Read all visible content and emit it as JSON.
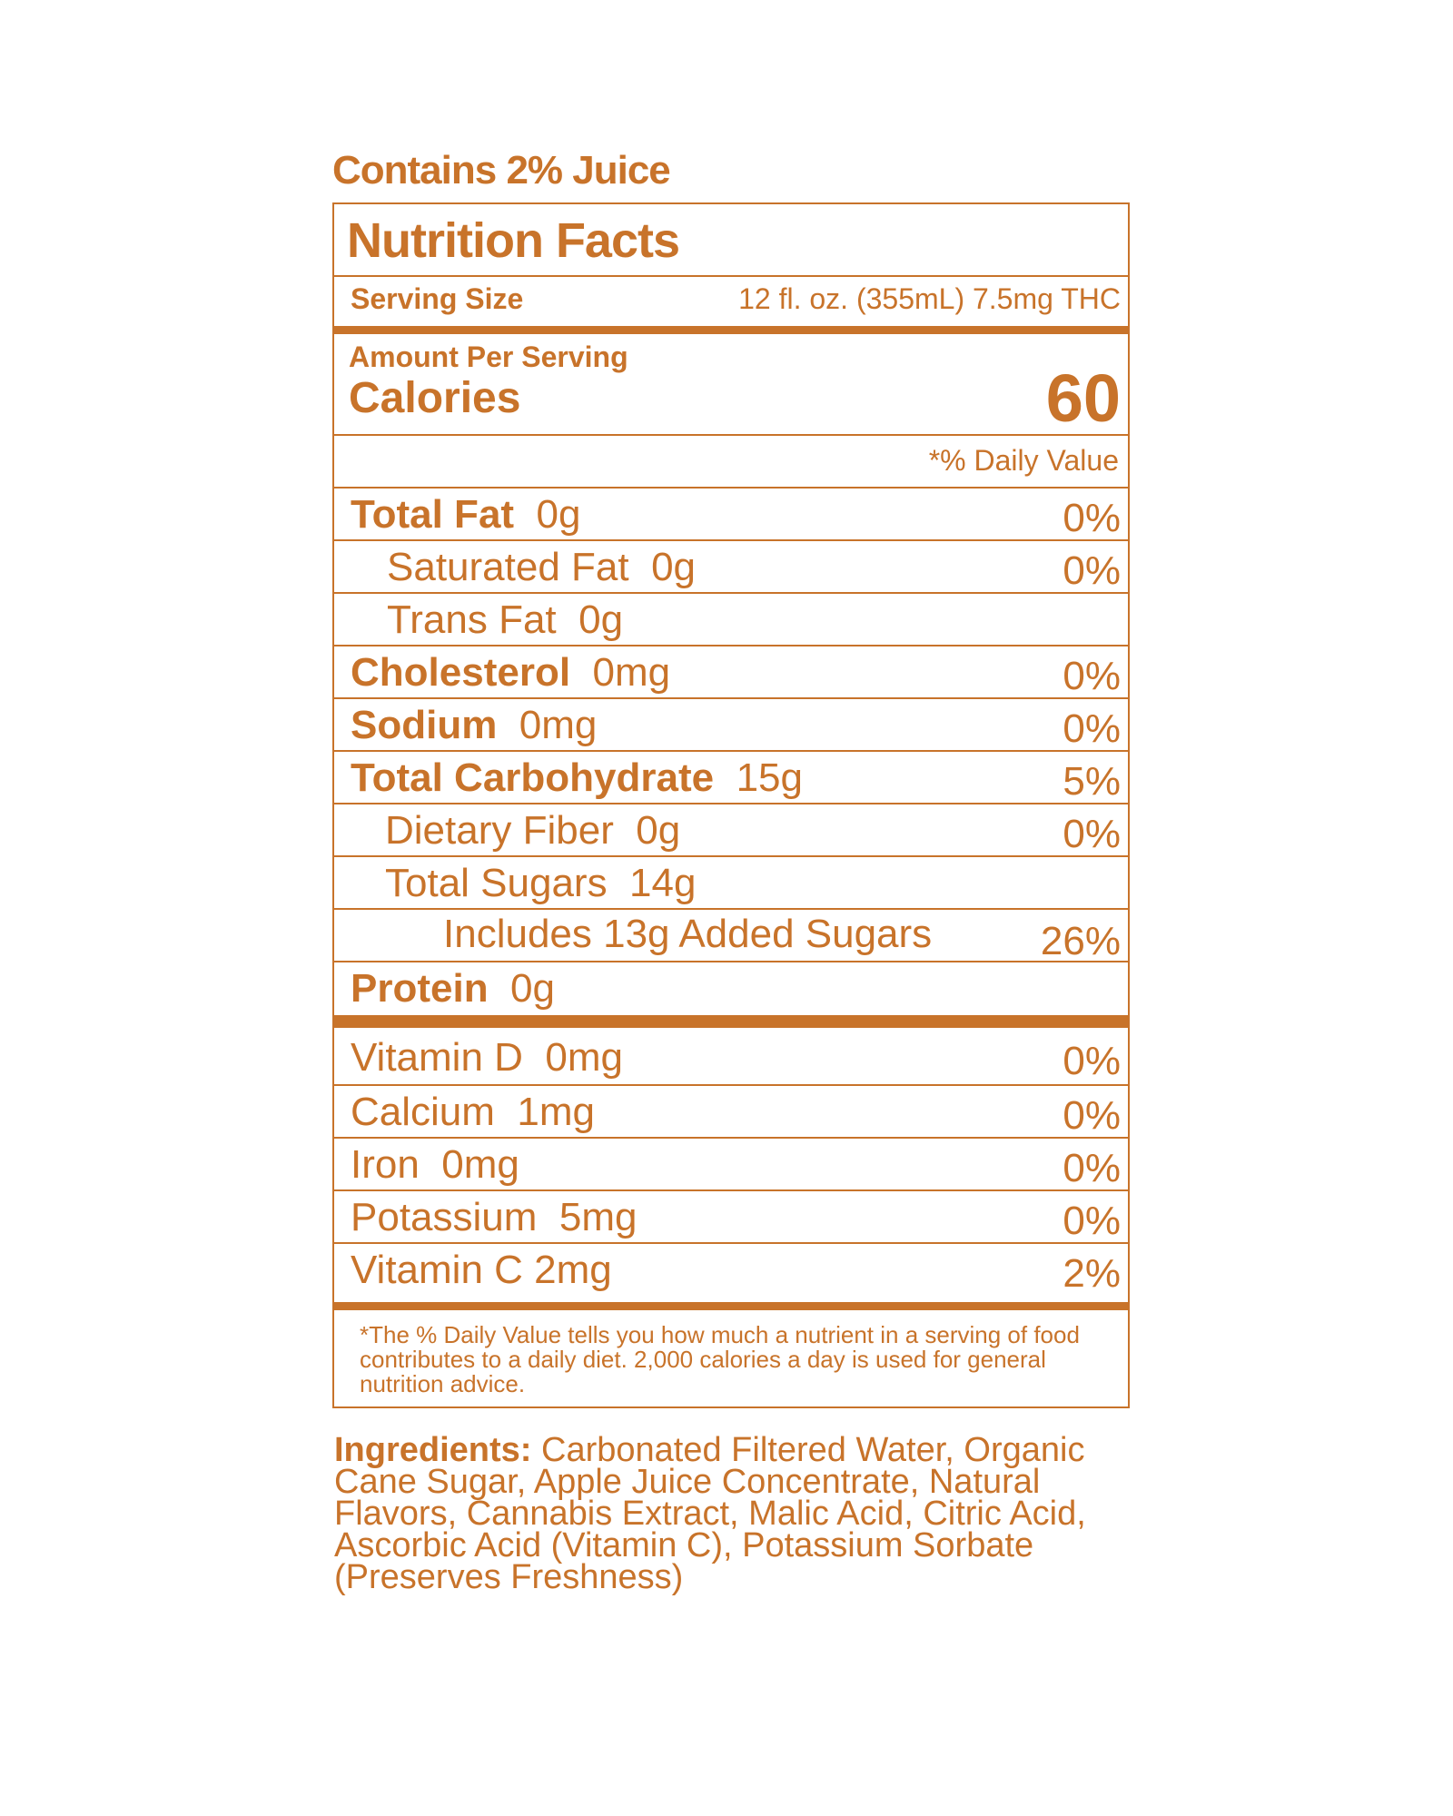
{
  "juice_note": "Contains 2% Juice",
  "title": "Nutrition Facts",
  "serving": {
    "label": "Serving Size",
    "value": "12 fl. oz. (355mL) 7.5mg THC"
  },
  "amount_per_serving": "Amount Per Serving",
  "calories": {
    "label": "Calories",
    "value": "60"
  },
  "daily_value_header": "*% Daily Value",
  "nutrients": [
    {
      "name": "Total Fat",
      "amount": "0g",
      "dv": "0%"
    },
    {
      "name": "Saturated Fat",
      "amount": "0g",
      "dv": "0%"
    },
    {
      "name": "Trans Fat",
      "amount": "0g",
      "dv": ""
    },
    {
      "name": "Cholesterol",
      "amount": "0mg",
      "dv": "0%"
    },
    {
      "name": "Sodium",
      "amount": "0mg",
      "dv": "0%"
    },
    {
      "name": "Total Carbohydrate",
      "amount": "15g",
      "dv": "5%"
    },
    {
      "name": "Dietary Fiber",
      "amount": "0g",
      "dv": "0%"
    },
    {
      "name": "Total Sugars",
      "amount": "14g",
      "dv": ""
    },
    {
      "name": "Includes 13g Added Sugars",
      "amount": "",
      "dv": "26%"
    },
    {
      "name": "Protein",
      "amount": "0g",
      "dv": ""
    }
  ],
  "vitamins": [
    {
      "name": "Vitamin D",
      "amount": "0mg",
      "dv": "0%"
    },
    {
      "name": "Calcium",
      "amount": "1mg",
      "dv": "0%"
    },
    {
      "name": "Iron",
      "amount": "0mg",
      "dv": "0%"
    },
    {
      "name": "Potassium",
      "amount": "5mg",
      "dv": "0%"
    },
    {
      "name": "Vitamin C",
      "amount": "2mg",
      "dv": "2%"
    }
  ],
  "footnote": "*The % Daily Value tells you how much a nutrient in a serving of food contributes to a daily diet. 2,000 calories a day is used for general nutrition advice.",
  "ingredients": {
    "label": "Ingredients:",
    "text": "Carbonated Filtered Water, Organic Cane Sugar, Apple Juice Concentrate, Natural Flavors, Cannabis Extract, Malic Acid, Citric Acid, Ascorbic Acid (Vitamin C), Potassium Sorbate (Preserves Freshness)"
  },
  "colors": {
    "accent": "#c8732a",
    "background": "#ffffff"
  }
}
